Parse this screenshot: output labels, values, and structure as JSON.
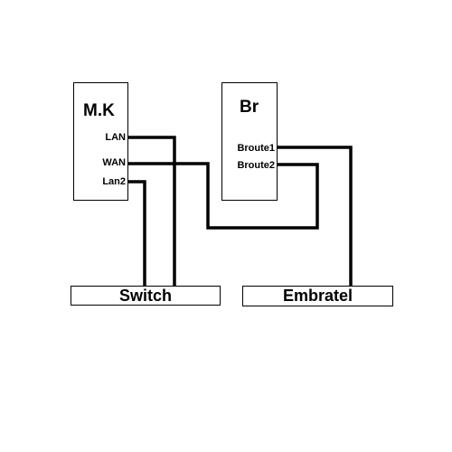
{
  "mk": {
    "title": "M.K",
    "ports": {
      "lan": "LAN",
      "wan": "WAN",
      "lan2": "Lan2"
    }
  },
  "br": {
    "title": "Br",
    "ports": {
      "broute1": "Broute1",
      "broute2": "Broute2"
    }
  },
  "switch": {
    "label": "Switch"
  },
  "embratel": {
    "label": "Embratel"
  },
  "colors": {
    "line": "#000000",
    "background": "#ffffff"
  }
}
